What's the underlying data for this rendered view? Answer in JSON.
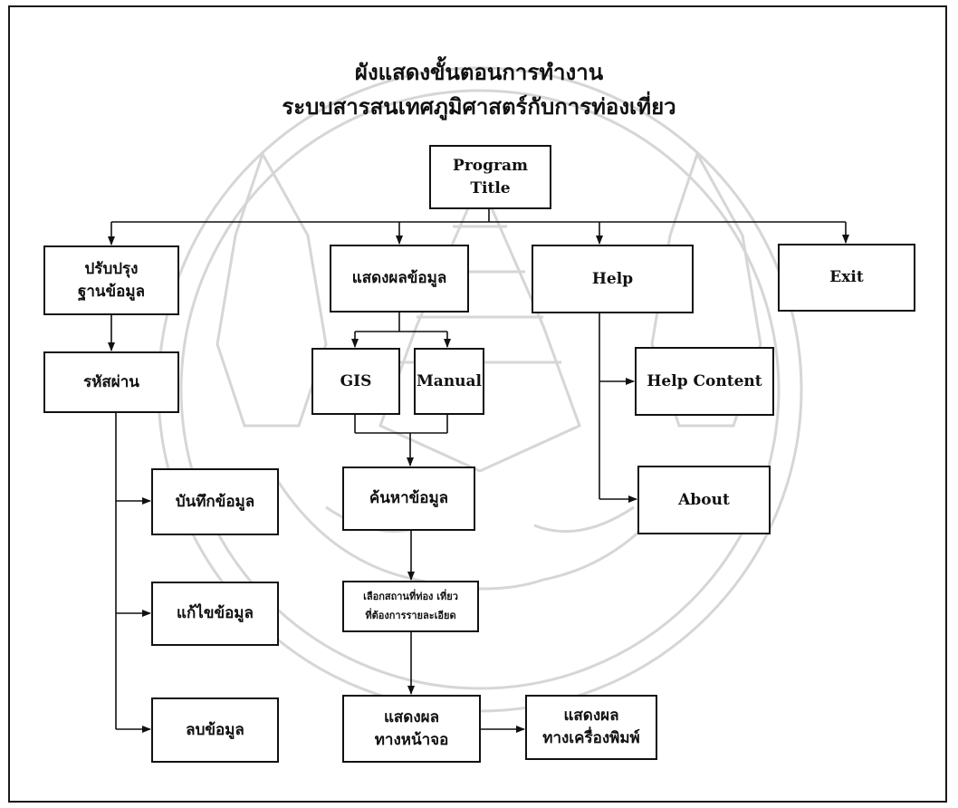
{
  "title": {
    "line1": "ผังแสดงขั้นตอนการทำงาน",
    "line2": "ระบบสารสนเทศภูมิศาสตร์กับการท่องเที่ยว"
  },
  "nodes": {
    "program_title": "Program Title",
    "update_db": "ปรับปรุง\nฐานข้อมูล",
    "display_data": "แสดงผลข้อมูล",
    "help": "Help",
    "exit": "Exit",
    "password": "รหัสผ่าน",
    "gis": "GIS",
    "manual": "Manual",
    "help_content": "Help Content",
    "save_data": "บันทึกข้อมูล",
    "search_data": "ค้นหาข้อมูล",
    "about": "About",
    "select_place": "เลือกสถานที่ท่อง เที่ยว\nที่ต้องการรายละเอียด",
    "edit_data": "แก้ไขข้อมูล",
    "show_screen": "แสดงผล\nทางหน้าจอ",
    "show_printer": "แสดงผล\nทางเครื่องพิมพ์",
    "delete_data": "ลบข้อมูล"
  },
  "colors": {
    "ink": "#111111",
    "watermark": "#d4d4d4"
  }
}
